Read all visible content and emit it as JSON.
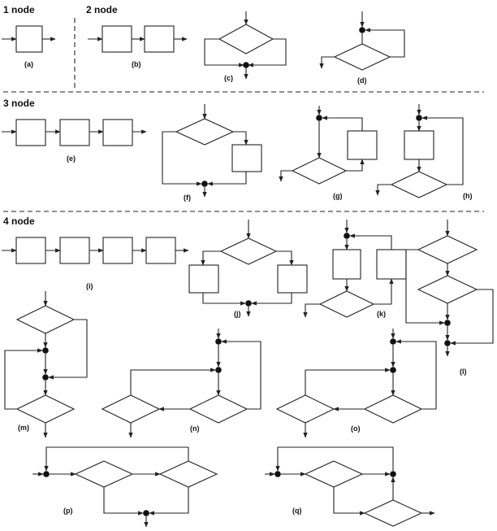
{
  "sections": {
    "one": "1 node",
    "two": "2 node",
    "three": "3 node",
    "four": "4 node"
  },
  "labels": {
    "a": "(a)",
    "b": "(b)",
    "c": "(c)",
    "d": "(d)",
    "e": "(e)",
    "f": "(f)",
    "g": "(g)",
    "h": "(h)",
    "i": "(i)",
    "j": "(j)",
    "k": "(k)",
    "l": "(l)",
    "m": "(m)",
    "n": "(n)",
    "o": "(o)",
    "p": "(p)",
    "q": "(q)"
  }
}
